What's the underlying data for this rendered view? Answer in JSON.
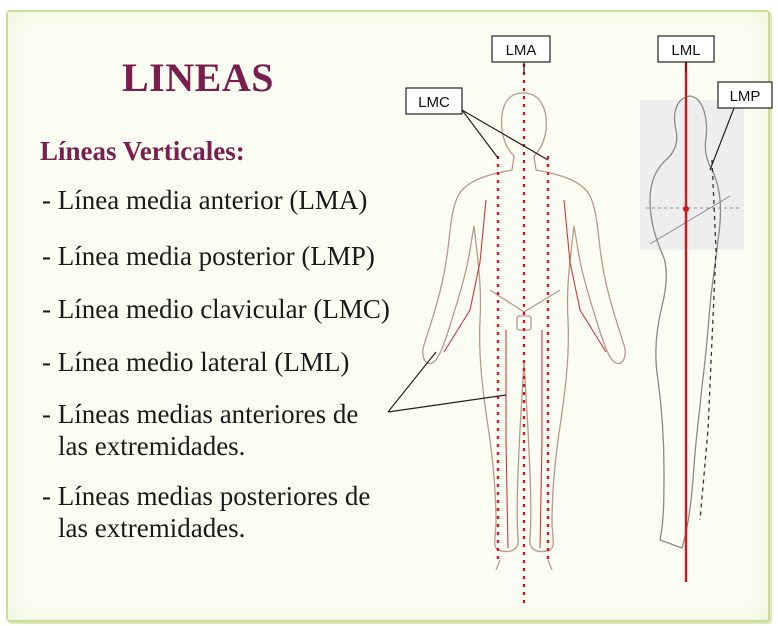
{
  "title": "LINEAS",
  "subtitle": "Líneas Verticales:",
  "items": [
    {
      "line1": "- Línea media anterior (LMA)",
      "line2": ""
    },
    {
      "line1": "- Línea media posterior (LMP)",
      "line2": ""
    },
    {
      "line1": "- Línea medio clavicular (LMC)",
      "line2": ""
    },
    {
      "line1": "- Línea medio lateral (LML)",
      "line2": ""
    },
    {
      "line1": "- Líneas medias anteriores de",
      "line2": "las extremidades."
    },
    {
      "line1": "- Líneas medias posteriores de",
      "line2": "las extremidades."
    }
  ],
  "labels": {
    "lma": "LMA",
    "lmc": "LMC",
    "lml": "LML",
    "lmp": "LMP"
  },
  "colors": {
    "title": "#7a1f4d",
    "red_line": "#d8141c",
    "frame_border": "#c9dc9a"
  }
}
